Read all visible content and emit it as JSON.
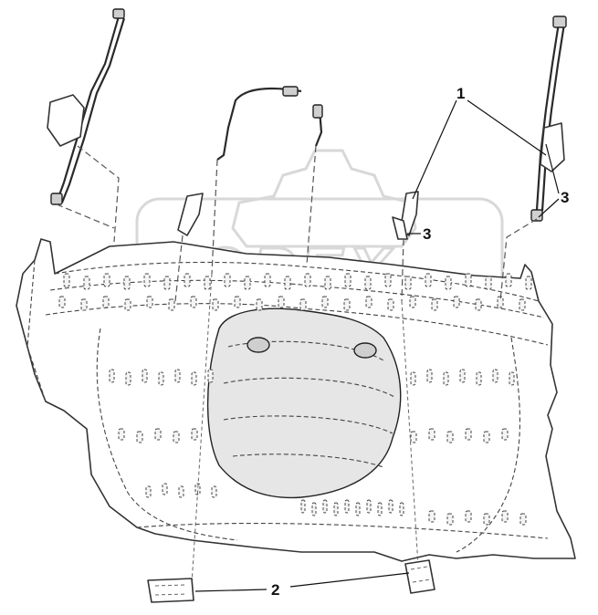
{
  "diagram": {
    "callouts": [
      {
        "id": "1",
        "label": "1"
      },
      {
        "id": "2",
        "label": "2"
      },
      {
        "id": "3a",
        "label": "3"
      },
      {
        "id": "3b",
        "label": "3"
      }
    ],
    "watermark": {
      "text": "OPEX"
    }
  }
}
